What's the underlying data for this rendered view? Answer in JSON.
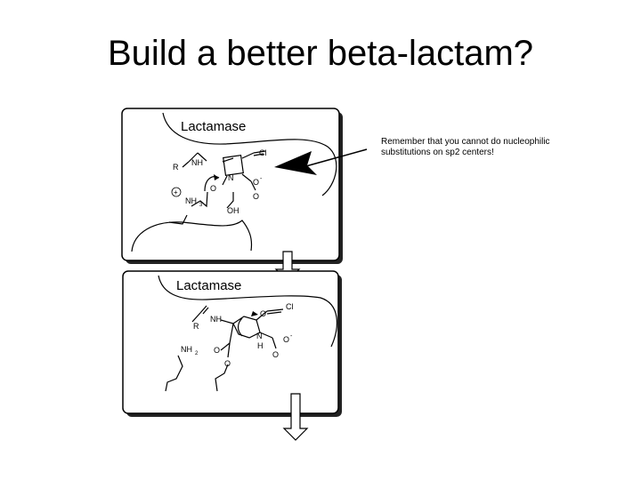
{
  "slide": {
    "title": "Build a better beta-lactam?"
  },
  "panels": [
    {
      "label": "Lactamase",
      "atoms": {
        "cl": "Cl",
        "r": "R",
        "nh": "NH",
        "n": "N",
        "o_carbonyl": "O",
        "o_minus": "O",
        "minus": "-",
        "nh3": "NH",
        "nh3_sub": "3",
        "plus": "+",
        "oh": "OH",
        "o_acid": "O"
      }
    },
    {
      "label": "Lactamase",
      "atoms": {
        "cl": "Cl",
        "r": "R",
        "nh": "NH",
        "o_amide": "O",
        "n": "N",
        "h": "H",
        "o_minus": "O",
        "minus": "-",
        "o_acid": "O",
        "nh2": "NH",
        "nh2_sub": "2",
        "o_ester": "O",
        "o_ester2": "O"
      }
    }
  ],
  "note": {
    "line1": "Remember that you cannot do nucleophilic",
    "line2": "substitutions on sp2 centers!"
  }
}
